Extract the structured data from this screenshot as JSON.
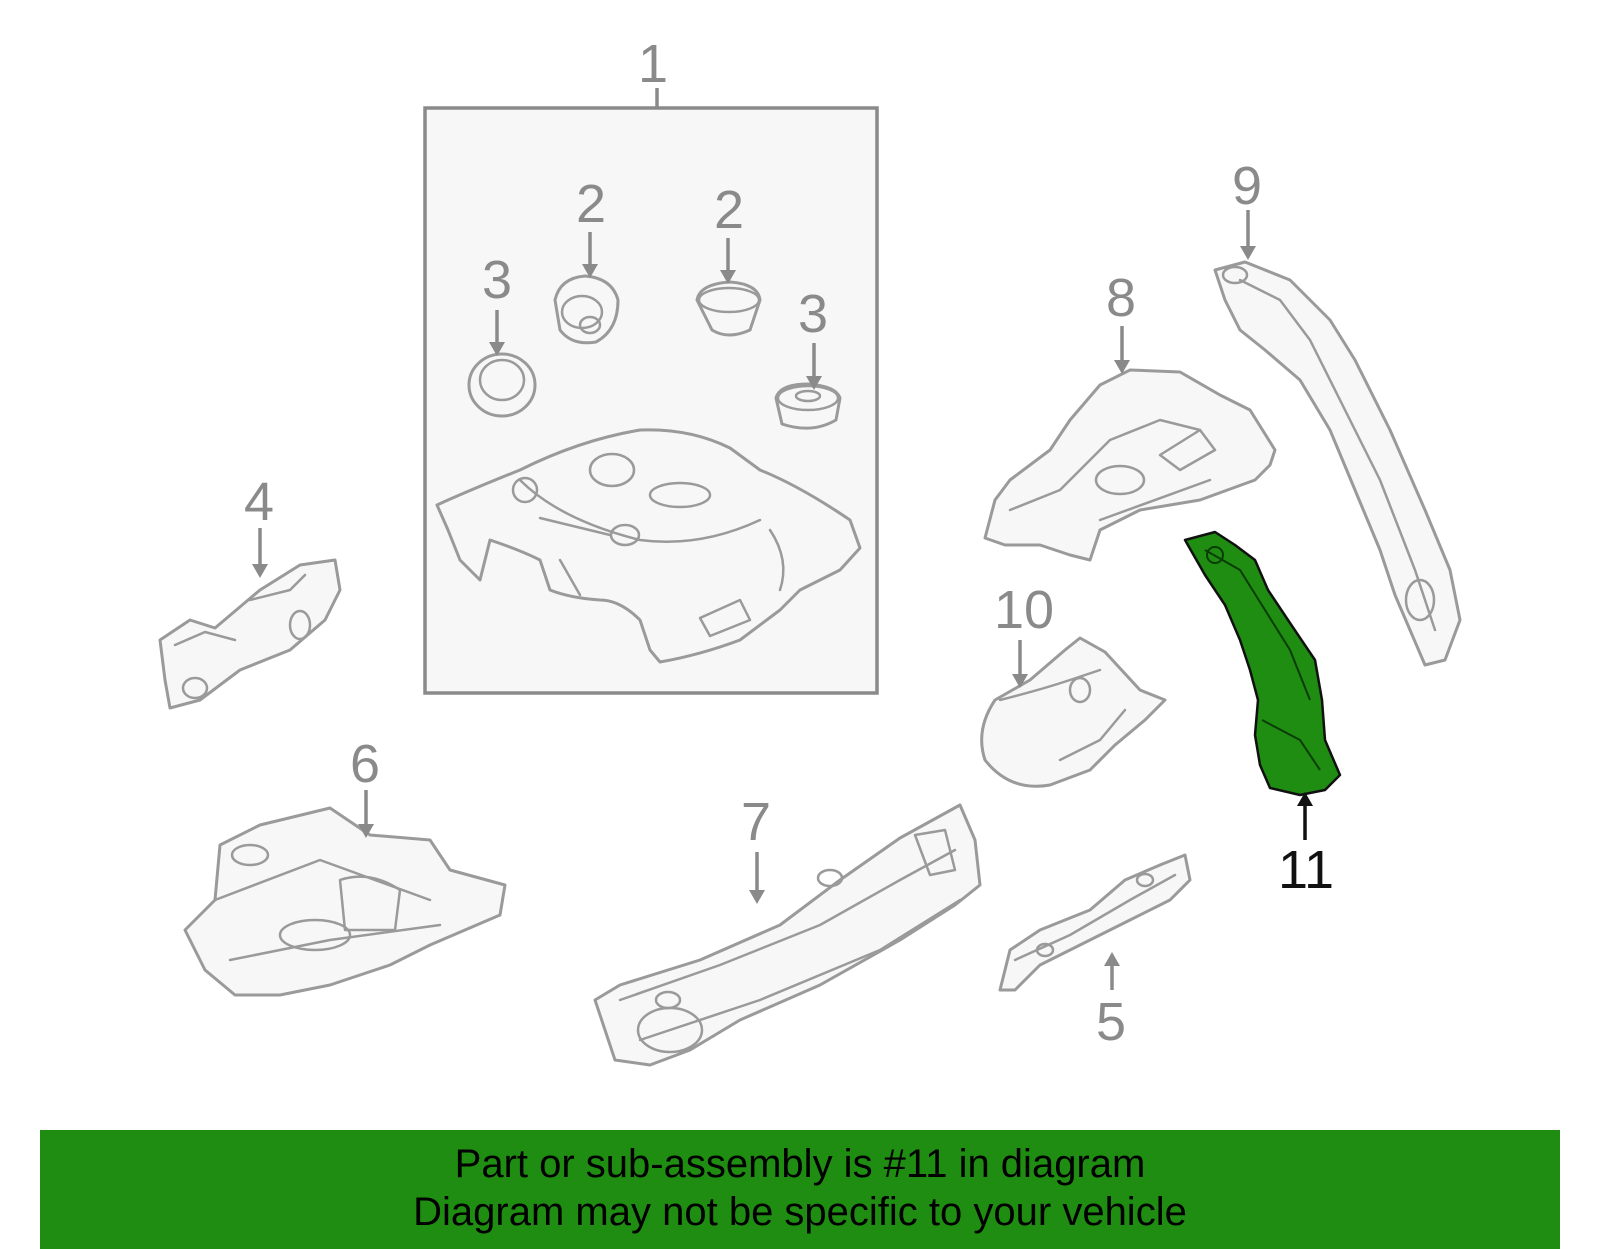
{
  "callouts": {
    "c1": "1",
    "c2a": "2",
    "c2b": "2",
    "c3a": "3",
    "c3b": "3",
    "c4": "4",
    "c5": "5",
    "c6": "6",
    "c7": "7",
    "c8": "8",
    "c9": "9",
    "c10": "10",
    "c11": "11"
  },
  "highlighted_part": "11",
  "colors": {
    "highlight": "#1f8c12",
    "outline": "#9a9a9a",
    "banner": "#1f8c12"
  },
  "banner": {
    "line1": "Part or sub-assembly is #11 in diagram",
    "line2": "Diagram may not be specific to your vehicle"
  }
}
